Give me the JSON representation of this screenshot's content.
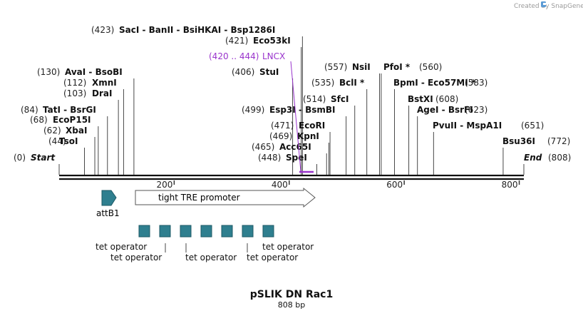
{
  "credit": "Created by SnapGene",
  "plasmid": {
    "name": "pSLIK DN Rac1",
    "length_label": "808 bp"
  },
  "sequence_length": 808,
  "colors": {
    "line": "#111111",
    "tick": "#333333",
    "feature_arrow": "#2f7f8f",
    "operator": "#2f7f8f",
    "highlight": "#9933cc",
    "pos_text": "#222222"
  },
  "ends": {
    "start": {
      "pos_label": "(0)",
      "name": "Start",
      "position": 0
    },
    "end": {
      "pos_label": "(808)",
      "name": "End",
      "position": 808
    }
  },
  "ruler": [
    {
      "value": 200,
      "label": "200"
    },
    {
      "value": 400,
      "label": "400"
    },
    {
      "value": 600,
      "label": "600"
    },
    {
      "value": 800,
      "label": "800"
    }
  ],
  "sites": [
    {
      "pos_label": "(44)",
      "name": "TsoI",
      "position": 44
    },
    {
      "pos_label": "(62)",
      "name": "XbaI",
      "position": 62
    },
    {
      "pos_label": "(68)",
      "name": "EcoP15I",
      "position": 68
    },
    {
      "pos_label": "(84)",
      "name": "TatI  -  BsrGI",
      "position": 84
    },
    {
      "pos_label": "(103)",
      "name": "DraI",
      "position": 103
    },
    {
      "pos_label": "(112)",
      "name": "XmnI",
      "position": 112
    },
    {
      "pos_label": "(130)",
      "name": "AvaI  -  BsoBI",
      "position": 130
    },
    {
      "pos_label": "(423)",
      "name": "SacI  -  BanII  -  BsiHKAI  -  Bsp1286I",
      "position": 423
    },
    {
      "pos_label": "(421)",
      "name": "Eco53kI",
      "position": 421
    },
    {
      "pos_label": "(406)",
      "name": "StuI",
      "position": 406
    },
    {
      "pos_label": "(499)",
      "name": "Esp3I  -  BsmBI",
      "position": 499
    },
    {
      "pos_label": "(471)",
      "name": "EcoRI",
      "position": 471
    },
    {
      "pos_label": "(469)",
      "name": "KpnI",
      "position": 469
    },
    {
      "pos_label": "(465)",
      "name": "Acc65I",
      "position": 465
    },
    {
      "pos_label": "(448)",
      "name": "SpeI",
      "position": 448
    },
    {
      "pos_label": "(514)",
      "name": "SfcI",
      "position": 514
    },
    {
      "pos_label": "(535)",
      "name": "BclI *",
      "position": 535
    },
    {
      "pos_label": "(557)",
      "name": "NsiI",
      "position": 557
    },
    {
      "pos_label": "(560)",
      "name": "PfoI *",
      "position": 560
    },
    {
      "pos_label": "(583)",
      "name": "BpmI  -  Eco57MI *",
      "position": 583
    },
    {
      "pos_label": "(608)",
      "name": "BstXI",
      "position": 608
    },
    {
      "pos_label": "(623)",
      "name": "AgeI  -  BsrFI",
      "position": 623
    },
    {
      "pos_label": "(651)",
      "name": "PvuII  -  MspA1I",
      "position": 651
    },
    {
      "pos_label": "(772)",
      "name": "Bsu36I",
      "position": 772
    }
  ],
  "primer": {
    "pos_label": "(420 .. 444)",
    "name": "LNCX",
    "start": 420,
    "end": 444
  },
  "features": [
    {
      "name": "attB1",
      "start": 75,
      "end": 100
    },
    {
      "name": "tight TRE promoter",
      "start": 100,
      "end": 444
    }
  ],
  "operators": [
    {
      "name": "tet operator"
    },
    {
      "name": "tet operator"
    },
    {
      "name": "tet operator"
    },
    {
      "name": "tet operator"
    },
    {
      "name": "tet operator"
    },
    {
      "name": "tet operator"
    },
    {
      "name": "tet operator"
    }
  ]
}
